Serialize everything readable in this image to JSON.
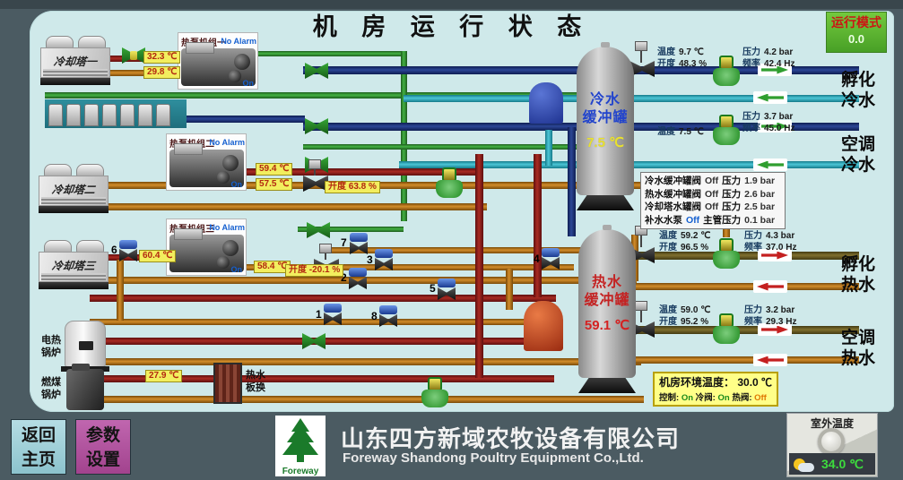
{
  "title": "机 房 运 行 状 态",
  "run_mode": {
    "label": "运行模式",
    "value": "0.0"
  },
  "towers": {
    "t1": "冷却塔一",
    "t2": "冷却塔二",
    "t3": "冷却塔三"
  },
  "heat_pumps": {
    "hp1": {
      "name": "热泵机组一",
      "alarm": "No Alarm",
      "status": "On"
    },
    "hp2": {
      "name": "热泵机组二",
      "alarm": "No Alarm",
      "status": "On"
    },
    "hp3": {
      "name": "热泵机组三",
      "alarm": "No Alarm",
      "status": "On"
    }
  },
  "boilers": {
    "electric_l1": "电热",
    "electric_l2": "锅炉",
    "coal_l1": "燃煤",
    "coal_l2": "锅炉",
    "hx_l1": "热水",
    "hx_l2": "板换"
  },
  "tanks": {
    "cold": {
      "name_line1": "冷水",
      "name_line2": "缓冲罐",
      "temp": "7.5 ℃"
    },
    "hot": {
      "name_line1": "热水",
      "name_line2": "缓冲罐",
      "temp": "59.1 ℃"
    }
  },
  "tags": {
    "t1_out": "32.3 ℃",
    "t1_in": "29.8 ℃",
    "hp2_out": "59.4 ℃",
    "hp2_in": "57.5 ℃",
    "valve_a_opening": "开度 63.8 %",
    "t3_out": "60.4 ℃",
    "hp3_in": "58.4 ℃",
    "valve_b_opening": "开度 -20.1 %",
    "hx_temp": "27.9 ℃"
  },
  "rows": {
    "hatch_cold": {
      "temp_label": "温度",
      "temp": "9.7 ℃",
      "open_label": "开度",
      "open": "48.3 %",
      "press_label": "压力",
      "press": "4.2 bar",
      "freq_label": "频率",
      "freq": "42.4 Hz",
      "dest1": "孵化",
      "dest2": "冷水"
    },
    "ac_cold": {
      "temp_label": "温度",
      "temp": "7.5 ℃",
      "press_label": "压力",
      "press": "3.7 bar",
      "freq_label": "频率",
      "freq": "45.0 Hz",
      "dest1": "空调",
      "dest2": "冷水"
    },
    "hatch_hot": {
      "temp_label": "温度",
      "temp": "59.2 ℃",
      "open_label": "开度",
      "open": "96.5 %",
      "press_label": "压力",
      "press": "4.3 bar",
      "freq_label": "频率",
      "freq": "37.0 Hz",
      "dest1": "孵化",
      "dest2": "热水"
    },
    "ac_hot": {
      "temp_label": "温度",
      "temp": "59.0 ℃",
      "open_label": "开度",
      "open": "95.2 %",
      "press_label": "压力",
      "press": "3.2 bar",
      "freq_label": "频率",
      "freq": "29.3 Hz",
      "dest1": "空调",
      "dest2": "热水"
    }
  },
  "status_panel": {
    "rows": [
      {
        "name": "冷水缓冲罐阀",
        "state": "Off",
        "plabel": "压力",
        "pvalue": "1.9 bar"
      },
      {
        "name": "热水缓冲罐阀",
        "state": "Off",
        "plabel": "压力",
        "pvalue": "2.6 bar"
      },
      {
        "name": "冷却塔水罐阀",
        "state": "Off",
        "plabel": "压力",
        "pvalue": "2.5 bar"
      },
      {
        "name": "补水水泵",
        "state": "Off",
        "plabel": "主管压力",
        "pvalue": "0.1 bar"
      }
    ]
  },
  "env_box": {
    "label": "机房环境温度：",
    "value": "30.0 ℃",
    "ctrl_label": "控制:",
    "ctrl": "On",
    "cold_valve_label": "冷阀:",
    "cold_valve": "On",
    "hot_valve_label": "热阀:",
    "hot_valve": "Off"
  },
  "valve_numbers": {
    "v1": "1",
    "v2": "2",
    "v3": "3",
    "v4": "4",
    "v5": "5",
    "v6": "6",
    "v7": "7",
    "v8": "8"
  },
  "nav": {
    "home_l1": "返回",
    "home_l2": "主页",
    "set_l1": "参数",
    "set_l2": "设置"
  },
  "footer": {
    "logo_text": "Foreway",
    "company_cn": "山东四方新域农牧设备有限公司",
    "company_en": "Foreway Shandong Poultry Equipment Co.,Ltd."
  },
  "outdoor": {
    "label": "室外温度",
    "value": "34.0 ℃"
  },
  "colors": {
    "accent_green": "#5cb32c",
    "alarm_blue": "#1560d0",
    "hot_red": "#8b1e1e",
    "warm_orange": "#c8791c",
    "cold_navy": "#1b2f6e",
    "cool_teal": "#2e9fae",
    "pipe_green": "#2f8f33"
  }
}
